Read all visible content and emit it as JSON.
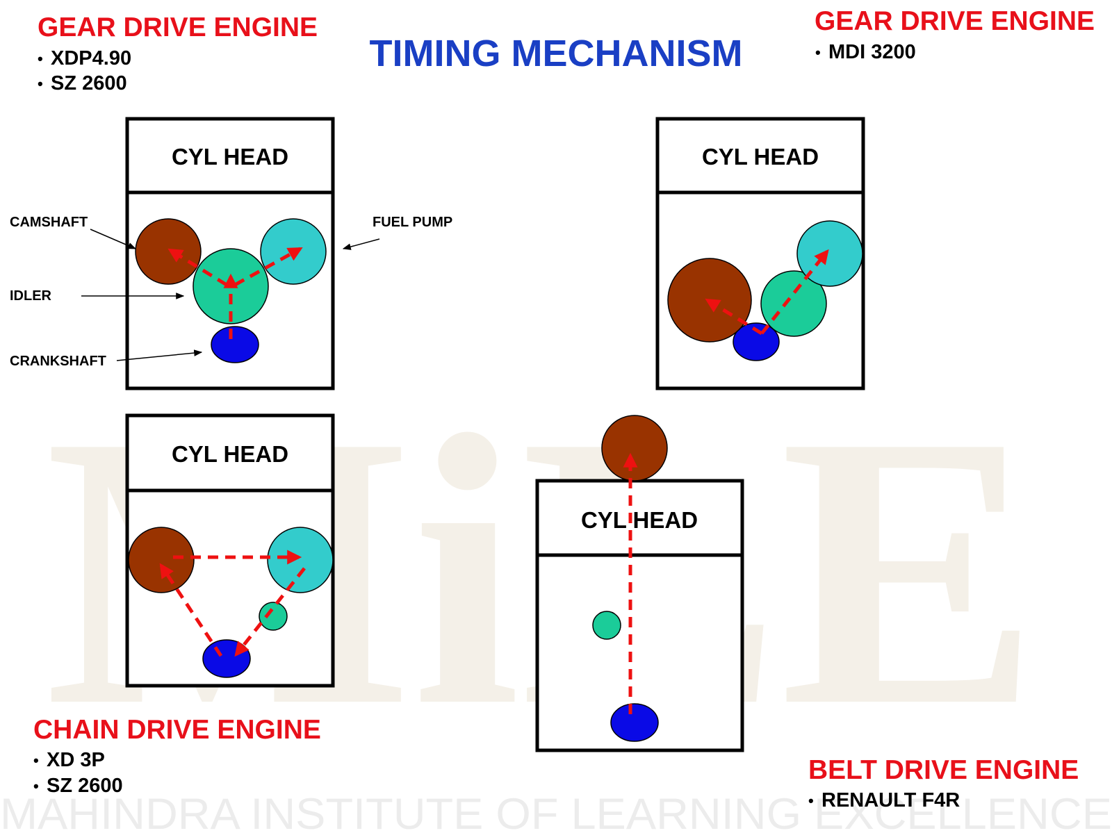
{
  "slide": {
    "title": "TIMING MECHANISM",
    "watermark_letters": "MiLE",
    "footer_watermark": "MAHINDRA INSTITUTE OF LEARNING EXCELLENCE"
  },
  "colors": {
    "title": "#1a3fc4",
    "section_heading": "#e8101a",
    "camshaft": "#993300",
    "idler": "#1bcc99",
    "fuel_pump": "#33cccc",
    "crankshaft": "#0a0ae6",
    "arrow": "#ee1111",
    "watermark": "#f4f0e8"
  },
  "sections": {
    "gear_left": {
      "heading": "GEAR DRIVE ENGINE",
      "bullets": [
        "XDP4.90",
        "SZ 2600"
      ]
    },
    "gear_right": {
      "heading": "GEAR DRIVE ENGINE",
      "bullets": [
        "MDI 3200"
      ]
    },
    "chain": {
      "heading": "CHAIN DRIVE ENGINE",
      "bullets": [
        "XD 3P",
        "SZ 2600"
      ]
    },
    "belt": {
      "heading": "BELT DRIVE ENGINE",
      "bullets": [
        "RENAULT F4R"
      ]
    }
  },
  "diagrams": {
    "cyl_head_label": "CYL HEAD",
    "callouts": {
      "camshaft": "CAMSHAFT",
      "idler": "IDLER",
      "crankshaft": "CRANKSHAFT",
      "fuel_pump": "FUEL PUMP"
    }
  }
}
